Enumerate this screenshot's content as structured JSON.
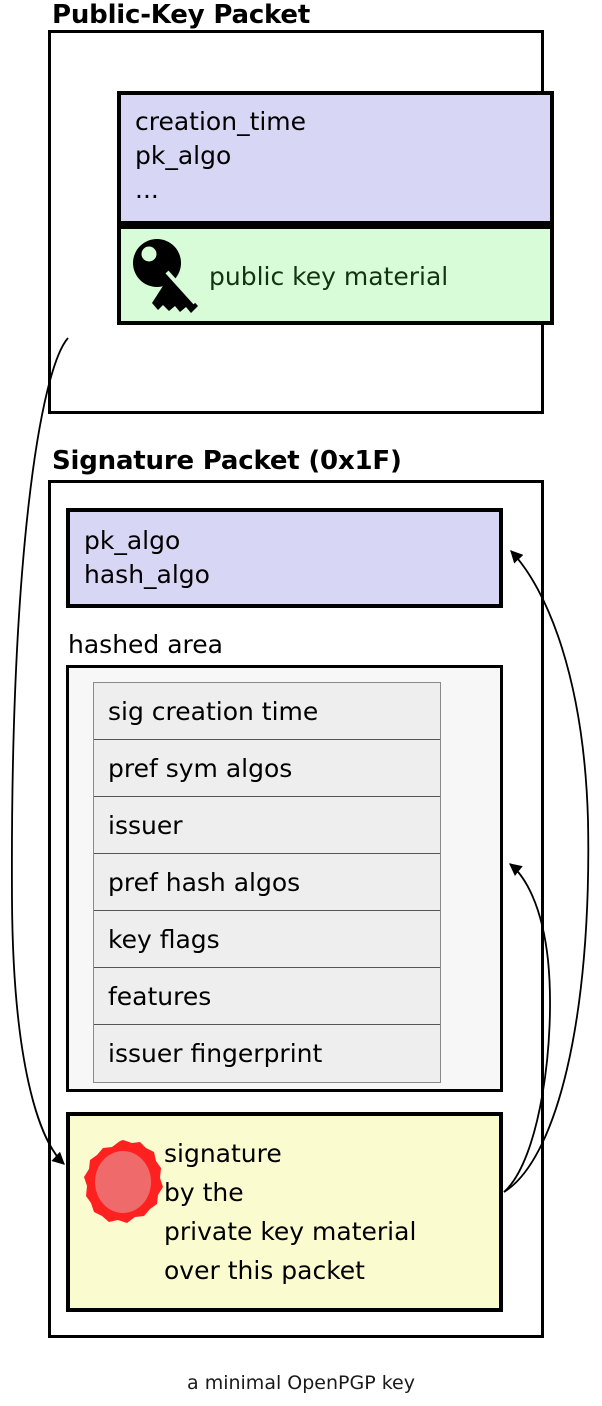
{
  "caption": "a minimal OpenPGP key",
  "colors": {
    "metadata_fill": "#d7d7f5",
    "public_material_fill": "#d8fbd8",
    "signature_fill": "#fbfbd0",
    "hashed_area_fill": "#f7f7f7",
    "subpacket_fill": "#eeeeee",
    "seal_outer": "#ff2020",
    "seal_inner": "#ef6b6b",
    "outline": "#000000"
  },
  "packets": [
    {
      "id": "public-key-packet",
      "title": "Public-Key Packet",
      "metadata_box": {
        "name": "public-key-metadata",
        "text": "creation_time\npk_algo\n...",
        "lines": [
          "creation_time",
          "pk_algo",
          "..."
        ]
      },
      "material_box": {
        "name": "public-key-material",
        "icon": "key-icon",
        "text": "public key material"
      }
    },
    {
      "id": "signature-packet",
      "title": "Signature Packet (0x1F)",
      "metadata_box": {
        "name": "signature-metadata",
        "text": "pk_algo\nhash_algo",
        "lines": [
          "pk_algo",
          "hash_algo"
        ]
      },
      "hashed_area": {
        "label": "hashed area",
        "subpackets": [
          "sig creation time",
          "pref sym algos",
          "issuer",
          "pref hash algos",
          "key flags",
          "features",
          "issuer fingerprint"
        ]
      },
      "signature_box": {
        "name": "signature-value",
        "icon": "wax-seal-icon",
        "text": "signature\nby the\nprivate key material\nover this packet",
        "lines": [
          "signature",
          "by the",
          "private key material",
          "over this packet"
        ]
      }
    }
  ],
  "connectors": [
    {
      "name": "signature-covers-public-key",
      "from": "public-key-packet",
      "to": "signature-value",
      "direction": "left-curve-down"
    },
    {
      "name": "signature-over-signature-metadata",
      "from": "signature-value",
      "to": "signature-metadata",
      "direction": "right-curve-up"
    },
    {
      "name": "signature-over-hashed-area",
      "from": "signature-value",
      "to": "hashed-area",
      "direction": "right-curve-up"
    }
  ]
}
